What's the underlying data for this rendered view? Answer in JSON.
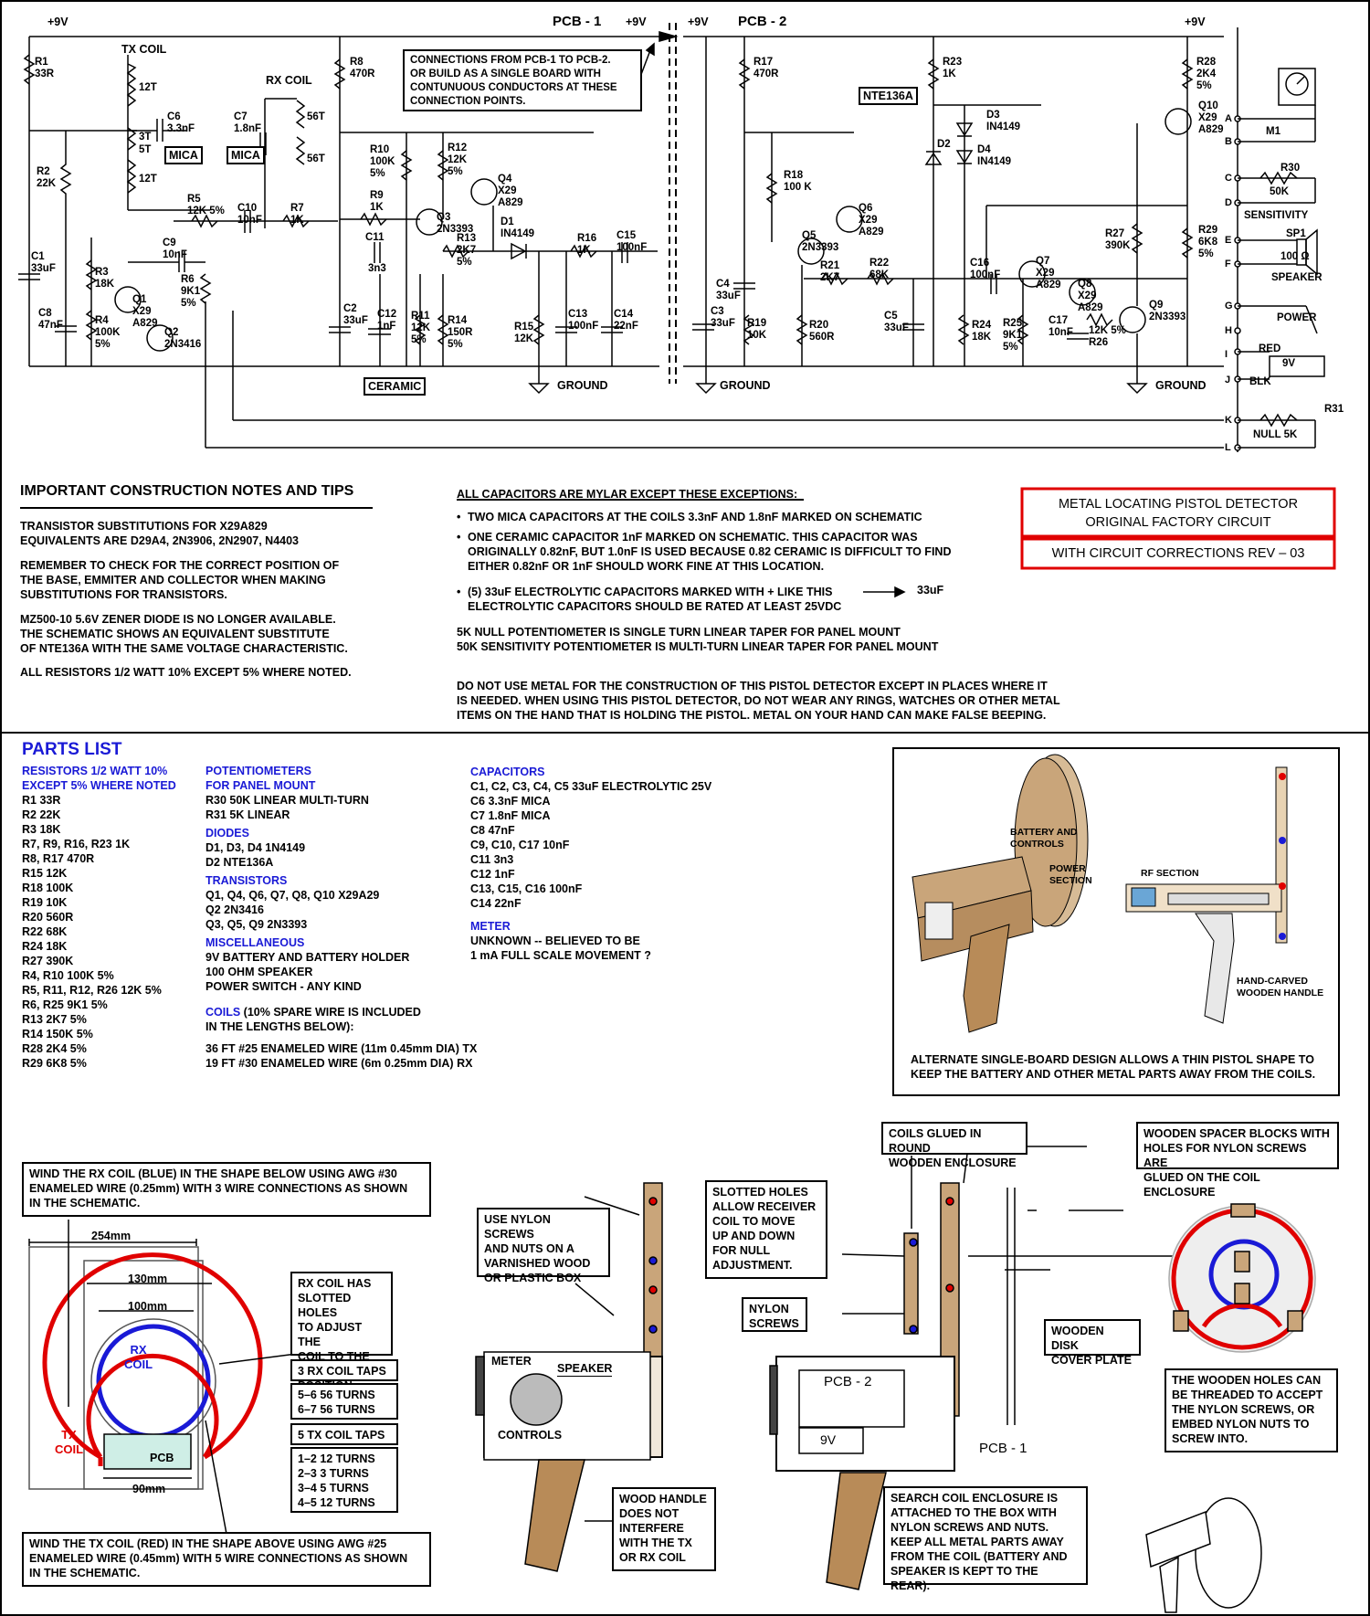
{
  "schematic": {
    "pcb1_label": "PCB - 1",
    "pcb2_label": "PCB - 2",
    "supply": "+9V",
    "ground": "GROUND",
    "connection_note": "CONNECTIONS FROM PCB-1 TO PCB-2.\nOR BUILD AS A SINGLE BOARD WITH\nCONTUNUOUS CONDUCTORS AT THESE\nCONNECTION POINTS.",
    "tx_coil": "TX  COIL",
    "rx_coil": "RX COIL",
    "mica": "MICA",
    "ceramic": "CERAMIC",
    "nte": "NTE136A",
    "labels": [
      {
        "id": "r1",
        "text": "R1\n33R"
      },
      {
        "id": "r2",
        "text": "R2\n22K"
      },
      {
        "id": "c1",
        "text": "C1\n33uF"
      },
      {
        "id": "c8",
        "text": "C8\n47nF"
      },
      {
        "id": "r3",
        "text": "R3\n18K"
      },
      {
        "id": "r4",
        "text": "R4\n100K\n5%"
      },
      {
        "id": "q1",
        "text": "Q1\nX29\nA829"
      },
      {
        "id": "q2",
        "text": "Q2\n2N3416"
      },
      {
        "id": "t12a",
        "text": "12T"
      },
      {
        "id": "t3",
        "text": "3T"
      },
      {
        "id": "t5",
        "text": "5T"
      },
      {
        "id": "t12b",
        "text": "12T"
      },
      {
        "id": "c6",
        "text": "C6\n3.3nF"
      },
      {
        "id": "c7",
        "text": "C7\n1.8nF"
      },
      {
        "id": "t56a",
        "text": "56T"
      },
      {
        "id": "t56b",
        "text": "56T"
      },
      {
        "id": "r5",
        "text": "R5\n12K 5%"
      },
      {
        "id": "c10",
        "text": "C10\n10nF"
      },
      {
        "id": "r7",
        "text": "R7\n1K"
      },
      {
        "id": "c9",
        "text": "C9\n10nF"
      },
      {
        "id": "r6",
        "text": "R6\n9K1\n5%"
      },
      {
        "id": "r8",
        "text": "R8\n470R"
      },
      {
        "id": "r10",
        "text": "R10\n100K\n5%"
      },
      {
        "id": "r12",
        "text": "R12\n12K\n5%"
      },
      {
        "id": "r9",
        "text": "R9\n1K"
      },
      {
        "id": "c11",
        "text": "C11"
      },
      {
        "id": "c11v",
        "text": "3n3"
      },
      {
        "id": "q3",
        "text": "Q3\n2N3393"
      },
      {
        "id": "q4",
        "text": "Q4\nX29\nA829"
      },
      {
        "id": "r13",
        "text": "R13\n2K7\n5%"
      },
      {
        "id": "d1",
        "text": "D1\nIN4149"
      },
      {
        "id": "c2",
        "text": "C2\n33uF"
      },
      {
        "id": "c12",
        "text": "C12\n1nF"
      },
      {
        "id": "r11",
        "text": "R11\n12K\n5%"
      },
      {
        "id": "r14",
        "text": "R14\n150R\n5%"
      },
      {
        "id": "r16",
        "text": "R16\n1K"
      },
      {
        "id": "c15",
        "text": "C15\n100nF"
      },
      {
        "id": "r15",
        "text": "R15\n12K"
      },
      {
        "id": "c13",
        "text": "C13\n100nF"
      },
      {
        "id": "c14",
        "text": "C14\n22nF"
      },
      {
        "id": "r17",
        "text": "R17\n470R"
      },
      {
        "id": "r18",
        "text": "R18\n100 K"
      },
      {
        "id": "q5",
        "text": "Q5\n2N3393"
      },
      {
        "id": "q6",
        "text": "Q6\nX29\nA829"
      },
      {
        "id": "r21",
        "text": "R21\n2K7"
      },
      {
        "id": "r22",
        "text": "R22\n68K"
      },
      {
        "id": "c4",
        "text": "C4\n33uF"
      },
      {
        "id": "c3",
        "text": "C3\n33uF"
      },
      {
        "id": "r19",
        "text": "R19\n10K"
      },
      {
        "id": "r20",
        "text": "R20\n560R"
      },
      {
        "id": "c5",
        "text": "C5\n33uF"
      },
      {
        "id": "r23",
        "text": "R23\n1K"
      },
      {
        "id": "d2",
        "text": "D2"
      },
      {
        "id": "d3",
        "text": "D3\nIN4149"
      },
      {
        "id": "d4",
        "text": "D4\nIN4149"
      },
      {
        "id": "c16",
        "text": "C16\n100nF"
      },
      {
        "id": "r24",
        "text": "R24\n18K"
      },
      {
        "id": "q7",
        "text": "Q7\nX29\nA829"
      },
      {
        "id": "r25",
        "text": "R25\n9K1\n5%"
      },
      {
        "id": "c17",
        "text": "C17\n10nF"
      },
      {
        "id": "q8",
        "text": "Q8\nX29\nA829"
      },
      {
        "id": "r26",
        "text": "12K 5%\nR26"
      },
      {
        "id": "r27",
        "text": "R27\n390K"
      },
      {
        "id": "q9",
        "text": "Q9\n2N3393"
      },
      {
        "id": "r28",
        "text": "R28\n2K4\n5%"
      },
      {
        "id": "q10",
        "text": "Q10\nX29\nA829"
      },
      {
        "id": "r29",
        "text": "R29\n6K8\n5%"
      },
      {
        "id": "m1",
        "text": "M1"
      },
      {
        "id": "r30",
        "text": "R30"
      },
      {
        "id": "r30v",
        "text": "50K"
      },
      {
        "id": "sens",
        "text": "SENSITIVITY"
      },
      {
        "id": "sp1",
        "text": "SP1"
      },
      {
        "id": "sp1v",
        "text": "100 Ω"
      },
      {
        "id": "spk",
        "text": "SPEAKER"
      },
      {
        "id": "pwr",
        "text": "POWER"
      },
      {
        "id": "red",
        "text": "RED"
      },
      {
        "id": "blk",
        "text": "BLK"
      },
      {
        "id": "bat",
        "text": "9V"
      },
      {
        "id": "r31",
        "text": "R31"
      },
      {
        "id": "null5k",
        "text": "NULL 5K"
      }
    ],
    "terminals": [
      "A",
      "B",
      "C",
      "D",
      "E",
      "F",
      "G",
      "H",
      "I",
      "J",
      "K",
      "L"
    ]
  },
  "notes": {
    "heading": "IMPORTANT  CONSTRUCTION  NOTES  AND  TIPS",
    "p1": "TRANSISTOR SUBSTITUTIONS FOR  X29A829\nEQUIVALENTS ARE D29A4, 2N3906, 2N2907, N4403",
    "p2": "REMEMBER TO CHECK FOR THE CORRECT POSITION OF\nTHE BASE, EMMITER AND COLLECTOR WHEN MAKING\nSUBSTITUTIONS FOR TRANSISTORS.",
    "p3": "MZ500-10  5.6V ZENER DIODE IS NO LONGER AVAILABLE.\nTHE SCHEMATIC SHOWS AN EQUIVALENT SUBSTITUTE\nOF NTE136A WITH THE SAME VOLTAGE CHARACTERISTIC.",
    "p4": "ALL RESISTORS 1/2 WATT 10% EXCEPT 5% WHERE NOTED.",
    "cap_heading": "ALL CAPACITORS ARE MYLAR EXCEPT THESE EXCEPTIONS:",
    "b1": "TWO MICA CAPACITORS AT THE COILS 3.3nF AND 1.8nF  MARKED ON SCHEMATIC",
    "b2": "ONE CERAMIC CAPACITOR  1nF MARKED ON SCHEMATIC. THIS CAPACITOR WAS\nORIGINALLY 0.82nF, BUT 1.0nF IS USED BECAUSE 0.82 CERAMIC IS DIFFICULT TO FIND\nEITHER 0.82nF OR 1nF SHOULD WORK FINE AT THIS LOCATION.",
    "b3": "(5) 33uF ELECTROLYTIC CAPACITORS MARKED WITH + LIKE THIS\nELECTROLYTIC CAPACITORS SHOULD BE RATED AT LEAST 25VDC",
    "b3_cap": "33uF",
    "pots": "5K NULL POTENTIOMETER IS SINGLE TURN LINEAR TAPER FOR PANEL MOUNT\n50K SENSITIVITY POTENTIOMETER IS MULTI-TURN LINEAR TAPER FOR PANEL MOUNT",
    "metal": "DO NOT USE METAL FOR THE CONSTRUCTION OF THIS PISTOL DETECTOR EXCEPT IN PLACES WHERE IT\nIS NEEDED. WHEN USING THIS PISTOL DETECTOR, DO NOT WEAR ANY RINGS, WATCHES OR OTHER METAL\nITEMS ON THE HAND THAT IS HOLDING THE PISTOL. METAL ON YOUR HAND CAN MAKE FALSE BEEPING.",
    "title1": "METAL LOCATING PISTOL DETECTOR\nORIGINAL  FACTORY  CIRCUIT",
    "title2": "WITH CIRCUIT CORRECTIONS REV – 03"
  },
  "parts": {
    "heading": "PARTS LIST",
    "res_head": "RESISTORS 1/2 WATT 10%\nEXCEPT 5% WHERE NOTED",
    "res_list": "R1   33R\nR2   22K\nR3   18K\nR7, R9, R16, R23   1K\nR8, R17   470R\nR15   12K\nR18   100K\nR19   10K\nR20   560R\nR22   68K\nR24   18K\nR27   390K\nR4, R10   100K 5%\nR5, R11, R12, R26   12K 5%\nR6, R25   9K1 5%\nR13   2K7 5%\nR14   150K 5%\nR28   2K4 5%\nR29   6K8 5%",
    "pot_head": "POTENTIOMETERS\nFOR PANEL MOUNT",
    "pot_list": "R30   50K LINEAR MULTI-TURN\nR31   5K LINEAR",
    "diode_head": "DIODES",
    "diode_list": "D1, D3, D4   1N4149\nD2   NTE136A",
    "trans_head": "TRANSISTORS",
    "trans_list": "Q1, Q4, Q6, Q7, Q8, Q10   X29A29\nQ2   2N3416\nQ3, Q5, Q9   2N3393",
    "misc_head": "MISCELLANEOUS",
    "misc_list": "9V BATTERY AND BATTERY HOLDER\n100 OHM SPEAKER\nPOWER SWITCH - ANY KIND",
    "coil_head": "COILS",
    "coil_note": " (10% SPARE WIRE IS INCLUDED\nIN THE LENGTHS BELOW):",
    "coil_list": "36 FT #25 ENAMELED WIRE (11m 0.45mm DIA) TX\n19 FT #30 ENAMELED WIRE (6m 0.25mm DIA) RX",
    "cap_head": "CAPACITORS",
    "cap_list": "C1, C2, C3, C4, C5   33uF ELECTROLYTIC 25V\nC6   3.3nF MICA\nC7   1.8nF MICA\nC8   47nF\nC9, C10, C17   10nF\nC11   3n3\nC12   1nF\nC13, C15, C16   100nF\nC14   22nF",
    "meter_head": "METER",
    "meter_list": "UNKNOWN -- BELIEVED TO BE\n1 mA FULL SCALE MOVEMENT ?"
  },
  "pistol": {
    "battery": "BATTERY AND\nCONTROLS",
    "power": "POWER\nSECTION",
    "rf": "RF SECTION",
    "handle": "HAND-CARVED\nWOODEN HANDLE",
    "caption": "ALTERNATE SINGLE-BOARD DESIGN ALLOWS A THIN PISTOL SHAPE TO\nKEEP THE BATTERY AND OTHER METAL PARTS AWAY FROM THE COILS."
  },
  "coil_diagram": {
    "rx_wind": "WIND THE RX COIL (BLUE) IN THE SHAPE BELOW USING AWG #30\nENAMELED WIRE (0.25mm) WITH 3 WIRE CONNECTIONS AS SHOWN\nIN THE SCHEMATIC.",
    "tx_wind": "WIND THE TX COIL (RED) IN THE SHAPE ABOVE USING AWG #25\nENAMELED WIRE (0.45mm) WITH 5 WIRE CONNECTIONS AS SHOWN\nIN THE SCHEMATIC.",
    "d254": "254mm",
    "d130": "130mm",
    "d100": "100mm",
    "d90": "90mm",
    "rx_label": "RX\nCOIL",
    "tx_label": "TX\nCOIL",
    "pcb": "PCB",
    "slotted": "RX COIL HAS\nSLOTTED HOLES\nTO ADJUST THE\nCOIL TO THE\nNULL POSITION",
    "rx_taps_head": "3 RX COIL TAPS",
    "rx_taps": "5–6    56 TURNS\n6–7    56 TURNS",
    "tx_taps_head": "5 TX COIL TAPS",
    "tx_taps": "1–2    12 TURNS\n2–3      3 TURNS\n3–4      5 TURNS\n4–5    12 TURNS"
  },
  "assembly": {
    "nylon": "USE NYLON SCREWS\nAND NUTS ON A\nVARNISHED WOOD\nOR PLASTIC BOX",
    "meter": "METER",
    "speaker": "SPEAKER",
    "controls": "CONTROLS",
    "wood_handle": "WOOD HANDLE\nDOES NOT\nINTERFERE\nWITH THE TX\nOR RX COIL",
    "glued": "COILS GLUED IN ROUND\nWOODEN ENCLOSURE",
    "slotted": "SLOTTED  HOLES\nALLOW RECEIVER\nCOIL  TO  MOVE\nUP AND DOWN\nFOR NULL\nADJUSTMENT.",
    "nylon_screws": "NYLON\nSCREWS",
    "pcb2": "PCB - 2",
    "nine": "9V",
    "pcb1": "PCB - 1",
    "disk": "WOODEN DISK\nCOVER PLATE",
    "spacer": "WOODEN SPACER BLOCKS WITH\nHOLES FOR NYLON SCREWS ARE\nGLUED ON THE COIL ENCLOSURE",
    "holes": "THE WOODEN HOLES CAN\nBE THREADED TO ACCEPT\nTHE NYLON SCREWS, OR\nEMBED NYLON NUTS TO\nSCREW INTO.",
    "search": "SEARCH COIL ENCLOSURE IS\nATTACHED TO THE BOX WITH\nNYLON SCREWS AND NUTS.\nKEEP ALL METAL PARTS AWAY\nFROM THE COIL (BATTERY AND\nSPEAKER IS KEPT TO THE REAR)."
  }
}
